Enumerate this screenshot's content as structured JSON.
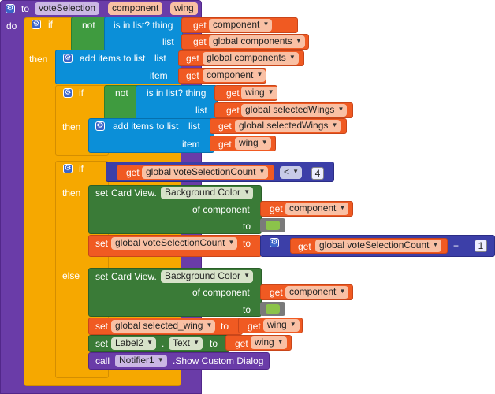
{
  "procedure": {
    "to_label": "to",
    "name": "voteSelection",
    "param1": "component",
    "param2": "wing",
    "do_label": "do"
  },
  "kw": {
    "if": "if",
    "then": "then",
    "else": "else",
    "not": "not",
    "is_in_list": "is in list? thing",
    "list": "list",
    "add_items": "add items to list",
    "item": "item",
    "get": "get",
    "set": "set",
    "to": "to",
    "of_component": "of component",
    "call": "call",
    "lt": "<",
    "plus": "+",
    "dot": "."
  },
  "vars": {
    "component": "component",
    "wing": "wing",
    "global_components": "global components",
    "global_selectedWings": "global selectedWings",
    "global_voteSelectionCount": "global voteSelectionCount",
    "global_selected_wing": "global selected_wing"
  },
  "components": {
    "card_view": "Card View.",
    "background_color": "Background Color",
    "label2": "Label2",
    "text": "Text",
    "notifier1": "Notifier1",
    "show_custom_dialog": ".Show Custom Dialog"
  },
  "numbers": {
    "four": "4",
    "one": "1"
  },
  "colors": {
    "swatch": "#8bc34a"
  }
}
